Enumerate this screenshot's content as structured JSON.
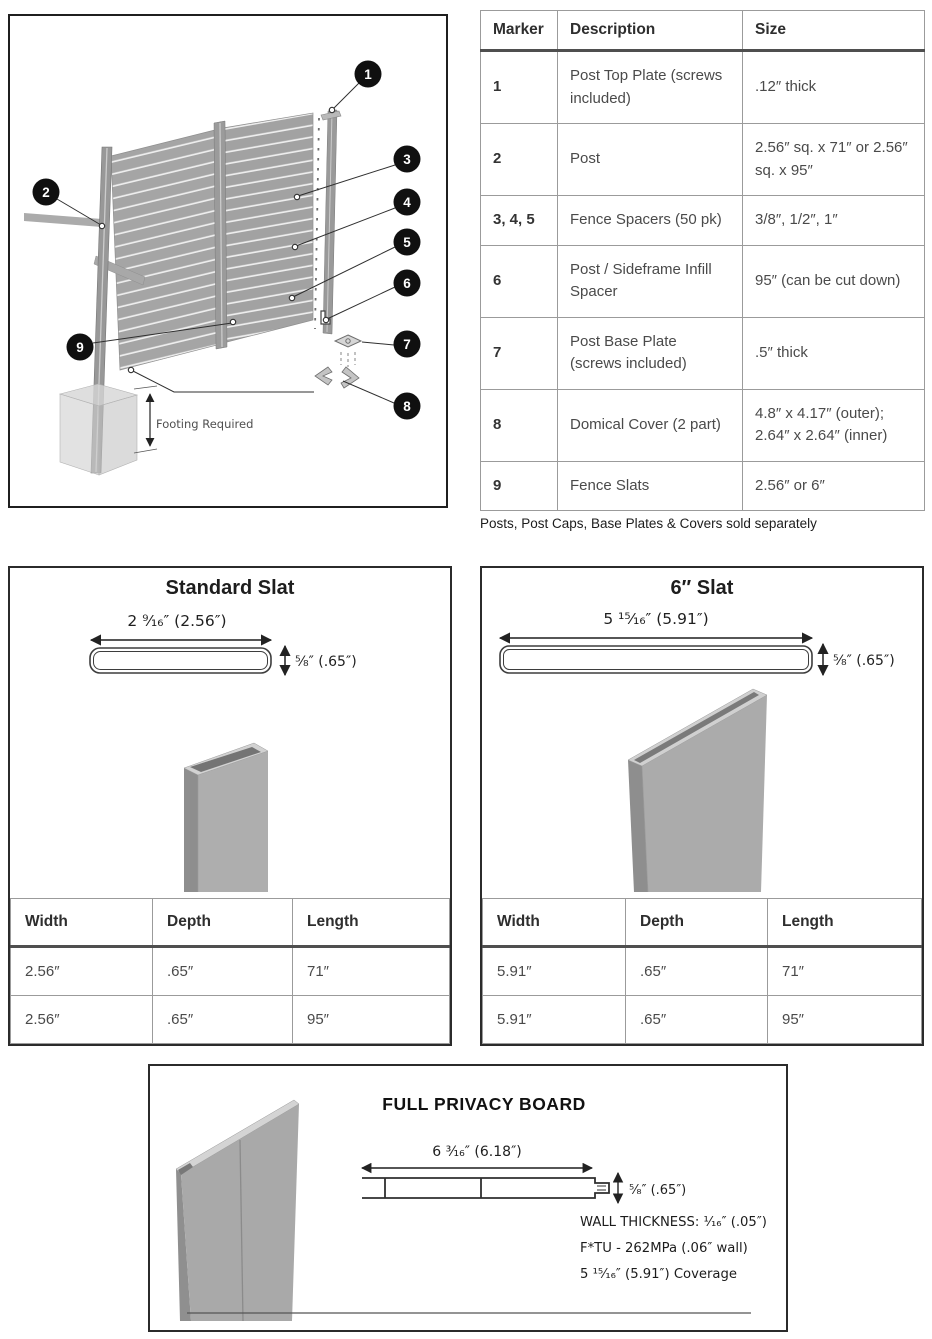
{
  "diagram": {
    "markers": [
      "1",
      "2",
      "3",
      "4",
      "5",
      "6",
      "7",
      "8",
      "9"
    ],
    "footing_label": "Footing Required"
  },
  "parts_table": {
    "headers": [
      "Marker",
      "Description",
      "Size"
    ],
    "rows": [
      {
        "marker": "1",
        "description": "Post Top Plate (screws included)",
        "size": ".12″ thick"
      },
      {
        "marker": "2",
        "description": "Post",
        "size": "2.56″ sq. x 71″ or 2.56″ sq. x 95″"
      },
      {
        "marker": "3, 4, 5",
        "description": "Fence Spacers (50 pk)",
        "size": "3/8″, 1/2″, 1″"
      },
      {
        "marker": "6",
        "description": "Post / Sideframe Infill Spacer",
        "size": "95″ (can be cut down)"
      },
      {
        "marker": "7",
        "description": "Post Base Plate (screws included)",
        "size": ".5″ thick"
      },
      {
        "marker": "8",
        "description": "Domical Cover (2 part)",
        "size": "4.8″ x 4.17″ (outer); 2.64″ x 2.64″ (inner)"
      },
      {
        "marker": "9",
        "description": "Fence Slats",
        "size": "2.56″ or 6″"
      }
    ],
    "footnote": "Posts, Post Caps, Base Plates & Covers sold separately"
  },
  "standard_slat": {
    "title": "Standard Slat",
    "width_label": "2 ⁹⁄₁₆″  (2.56″)",
    "depth_label": "⁵⁄₈″  (.65″)",
    "table": {
      "headers": [
        "Width",
        "Depth",
        "Length"
      ],
      "rows": [
        [
          "2.56″",
          ".65″",
          "71″"
        ],
        [
          "2.56″",
          ".65″",
          "95″"
        ]
      ]
    }
  },
  "six_inch_slat": {
    "title": "6″ Slat",
    "width_label": "5 ¹⁵⁄₁₆″  (5.91″)",
    "depth_label": "⁵⁄₈″  (.65″)",
    "table": {
      "headers": [
        "Width",
        "Depth",
        "Length"
      ],
      "rows": [
        [
          "5.91″",
          ".65″",
          "71″"
        ],
        [
          "5.91″",
          ".65″",
          "95″"
        ]
      ]
    }
  },
  "privacy_board": {
    "title": "FULL PRIVACY BOARD",
    "width_label": "6 ³⁄₁₆″  (6.18″)",
    "depth_label": "⁵⁄₈″  (.65″)",
    "specs": [
      "WALL THICKNESS: ¹⁄₁₆″  (.05″)",
      "F*TU - 262MPa (.06″ wall)",
      "5 ¹⁵⁄₁₆″ (5.91″) Coverage"
    ]
  }
}
